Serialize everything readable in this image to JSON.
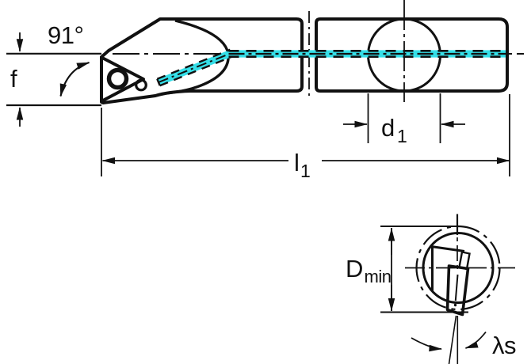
{
  "diagram": {
    "type": "technical-drawing-boring-bar",
    "top_view": {
      "angle_label": "91°",
      "f_label": "f",
      "d1": {
        "base": "d",
        "sub": "1"
      },
      "l1": {
        "base": "l",
        "sub": "1"
      }
    },
    "bottom_view": {
      "dmin": {
        "base": "D",
        "sub": "min"
      },
      "lambda_label": "λs"
    },
    "colors": {
      "body": "#c9c9c9",
      "bore_circle": "#9a9a9a",
      "insert": "#eec168",
      "coolant": "#35dfe8",
      "outline": "#111111",
      "background": "#ffffff"
    }
  }
}
